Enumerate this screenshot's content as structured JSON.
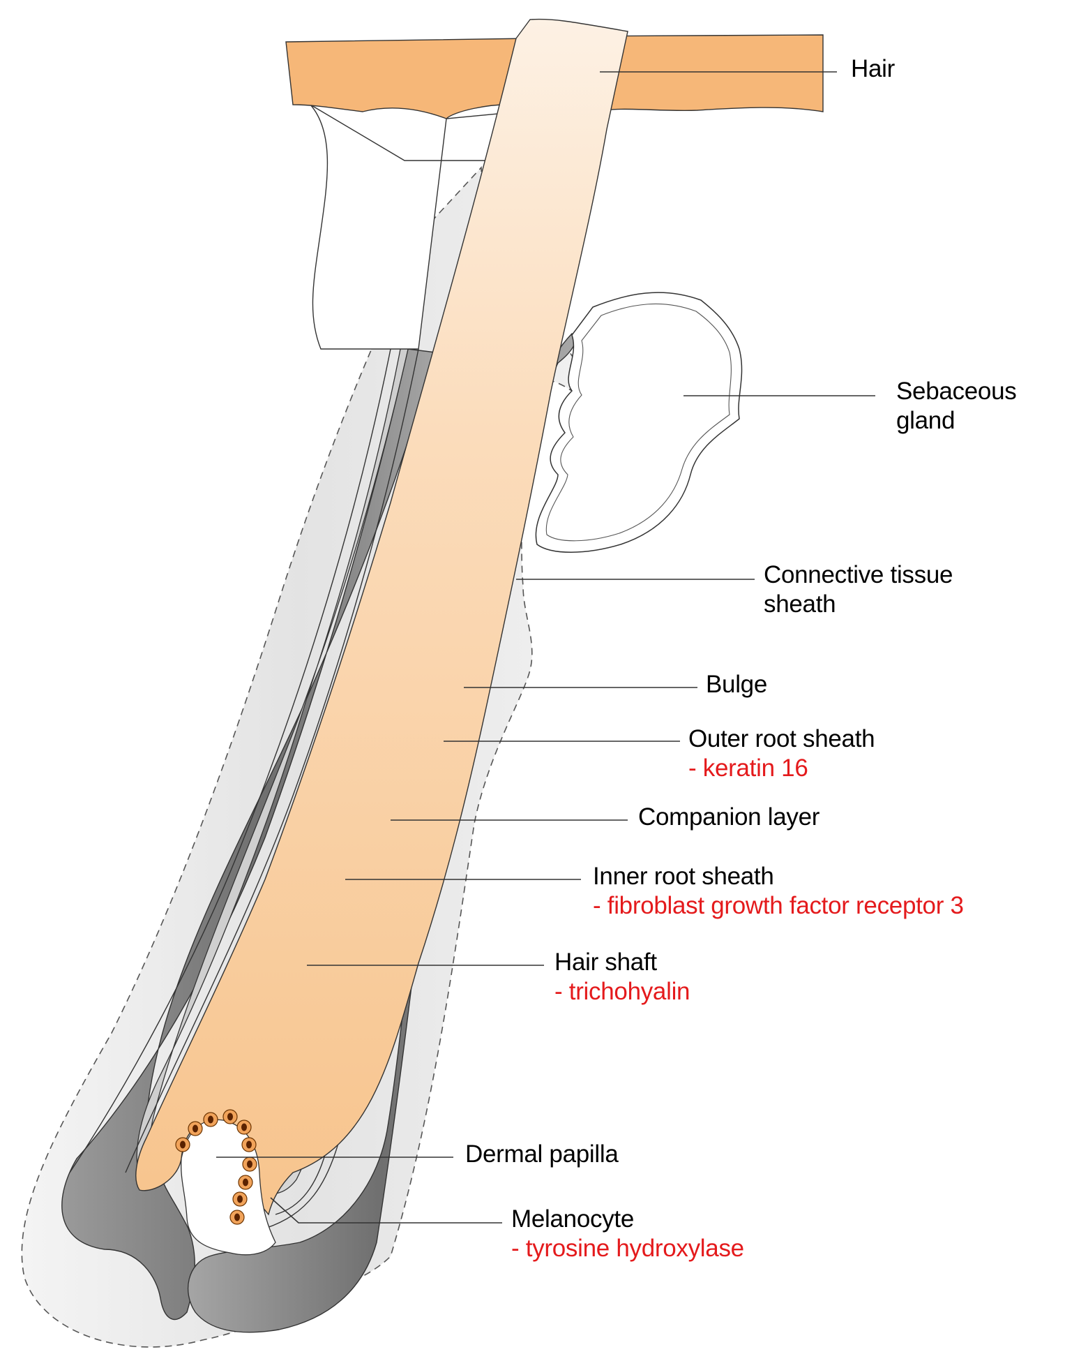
{
  "colors": {
    "skin": "#f6b778",
    "hair_light": "#fdf1e4",
    "hair_dark": "#f7c48d",
    "outer_sheath_dark": "#7d7d7d",
    "outer_sheath_light": "#bdbdbd",
    "connective_tissue": "#e8e8e8",
    "marker_text": "#e41a1c",
    "melanocyte": "#8a3b00"
  },
  "labels": {
    "hair": {
      "title": "Hair"
    },
    "sebaceous": {
      "title": "Sebaceous",
      "title2": "gland"
    },
    "connective": {
      "title": "Connective tissue",
      "title2": "sheath"
    },
    "bulge": {
      "title": "Bulge"
    },
    "outer_root": {
      "title": "Outer root sheath",
      "marker": "- keratin 16"
    },
    "companion": {
      "title": "Companion layer"
    },
    "inner_root": {
      "title": "Inner root sheath",
      "marker": "- fibroblast growth factor receptor 3"
    },
    "hair_shaft": {
      "title": "Hair shaft",
      "marker": "- trichohyalin"
    },
    "dermal_papilla": {
      "title": "Dermal papilla"
    },
    "melanocyte": {
      "title": "Melanocyte",
      "marker": "- tyrosine hydroxylase"
    }
  }
}
